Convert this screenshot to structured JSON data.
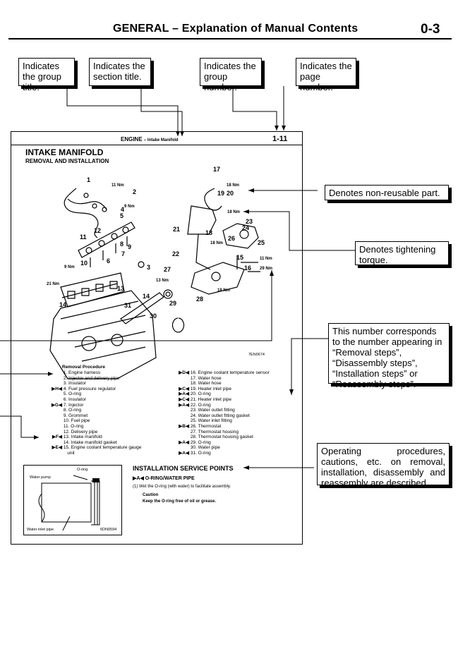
{
  "header": {
    "title": "GENERAL – Explanation of Manual Contents",
    "page": "0-3"
  },
  "callouts": {
    "group_title": "Indicates the group title.",
    "section_title": "Indicates the section title.",
    "group_number": "Indicates the group number.",
    "page_number": "Indicates the page number.",
    "non_reusable": "Denotes non-reusable part.",
    "tightening": "Denotes tightening torque.",
    "number_corresponds": "This number corresponds to the number appearing in “Removal steps”, “Disassembly steps”, “Installation steps” or “Reassembly steps”.",
    "operating": "Operating procedures, cautions, etc. on removal, installation, disassembly and reassembly are described."
  },
  "sample": {
    "group": "ENGINE",
    "section": "– Intake Manifold",
    "page": "1-11",
    "title": "INTAKE MANIFOLD",
    "subtitle": "REMOVAL AND INSTALLATION",
    "fig_code": "7EN0674",
    "torques": [
      "11 Nm",
      "9 Nm",
      "9 Nm",
      "21 Nm",
      "18 Nm",
      "18 Nm",
      "18 Nm",
      "11 Nm",
      "29 Nm",
      "13 Nm",
      "18 Nm"
    ],
    "part_numbers": [
      "1",
      "2",
      "3",
      "4",
      "5",
      "6",
      "7",
      "8",
      "9",
      "10",
      "11",
      "12",
      "13",
      "14",
      "14",
      "15",
      "16",
      "17",
      "18",
      "19",
      "20",
      "21",
      "22",
      "23",
      "24",
      "25",
      "26",
      "27",
      "28",
      "29",
      "30",
      "31"
    ],
    "procedure_heading": "Removal Procedure",
    "left_steps": [
      {
        "mark": "",
        "text": "1. Engine harness"
      },
      {
        "mark": "",
        "text": "2. Injector and delivery pipe"
      },
      {
        "mark": "",
        "text": "3. Insulator"
      },
      {
        "mark": "▶H◀",
        "text": "4. Fuel pressure regulator"
      },
      {
        "mark": "",
        "text": "5. O-ring"
      },
      {
        "mark": "",
        "text": "6. Insulator"
      },
      {
        "mark": "▶G◀",
        "text": "7. Injector"
      },
      {
        "mark": "",
        "text": "8. O-ring"
      },
      {
        "mark": "",
        "text": "9. Grommet"
      },
      {
        "mark": "",
        "text": "10. Fuel pipe"
      },
      {
        "mark": "",
        "text": "11. O-ring"
      },
      {
        "mark": "",
        "text": "12. Delivery pipe"
      },
      {
        "mark": "▶F◀",
        "text": "13. Intake manifold"
      },
      {
        "mark": "",
        "text": "14. Intake manifold gasket"
      },
      {
        "mark": "▶E◀",
        "text": "15. Engine coolant temperature gauge"
      },
      {
        "mark": "",
        "text": "unit"
      }
    ],
    "right_steps": [
      {
        "mark": "▶D◀",
        "text": "16. Engine coolant temperature sensor"
      },
      {
        "mark": "",
        "text": "17. Water hose"
      },
      {
        "mark": "",
        "text": "18. Water hose"
      },
      {
        "mark": "▶C◀",
        "text": "19. Heater inlet pipe"
      },
      {
        "mark": "▶A◀",
        "text": "20. O-ring"
      },
      {
        "mark": "▶C◀",
        "text": "21. Heater inlet pipe"
      },
      {
        "mark": "▶A◀",
        "text": "22. O-ring"
      },
      {
        "mark": "",
        "text": "23. Water outlet fitting"
      },
      {
        "mark": "",
        "text": "24. Water outlet fitting gasket"
      },
      {
        "mark": "",
        "text": "25. Water inlet fitting"
      },
      {
        "mark": "▶B◀",
        "text": "26. Thermostat"
      },
      {
        "mark": "",
        "text": "27. Thermostat housing"
      },
      {
        "mark": "",
        "text": "28. Thermostat housing gasket"
      },
      {
        "mark": "▶A◀",
        "text": "29. O-ring"
      },
      {
        "mark": "",
        "text": "30. Water pipe"
      },
      {
        "mark": "▶A◀",
        "text": "31. O-ring"
      }
    ],
    "service_heading": "INSTALLATION SERVICE POINTS",
    "service_item": "▶A◀ O-RING/WATER PIPE",
    "service_step": "(1) Wet the O-ring (with water) to facilitate assembly.",
    "caution_label": "Caution",
    "caution_text": "Keep the O-ring free of oil or grease.",
    "inset_labels": {
      "oring": "O-ring",
      "pump": "Water pump",
      "pipe": "Water inlet pipe",
      "code": "6DN0594"
    }
  }
}
